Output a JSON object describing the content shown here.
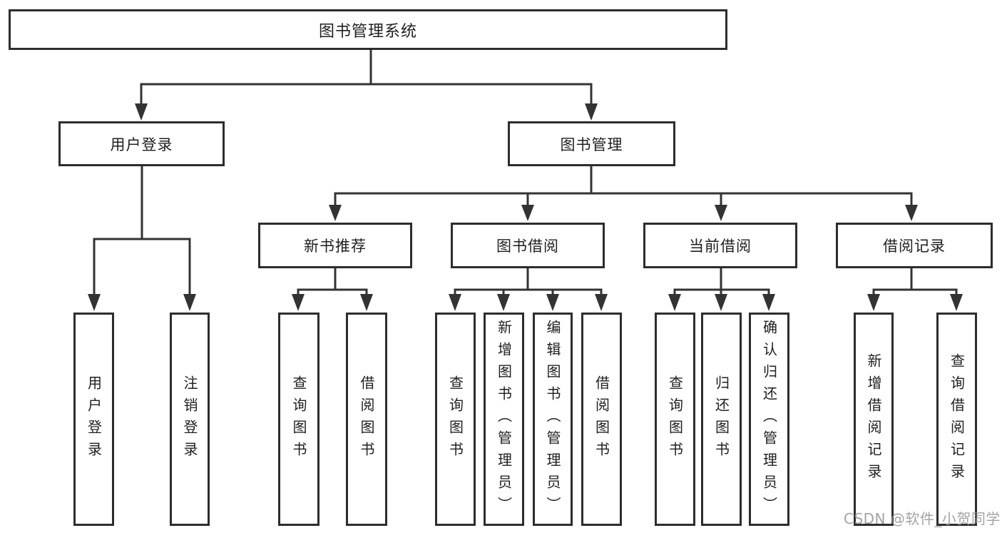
{
  "diagram": {
    "type": "hierarchy-tree",
    "watermark": "CSDN @软件_小贺同学",
    "colors": {
      "line": "#333333",
      "border": "#2d2d2d",
      "box_bg": "#ffffff",
      "text": "#1f1f1f",
      "watermark": "#9a9a9a"
    },
    "root": {
      "label": "图书管理系统"
    },
    "level2": [
      {
        "label": "用户登录"
      },
      {
        "label": "图书管理"
      }
    ],
    "level3": [
      {
        "label": "新书推荐",
        "parent": "图书管理"
      },
      {
        "label": "图书借阅",
        "parent": "图书管理"
      },
      {
        "label": "当前借阅",
        "parent": "图书管理"
      },
      {
        "label": "借阅记录",
        "parent": "图书管理"
      }
    ],
    "leaves": [
      {
        "label": "用户登录",
        "parent": "用户登录"
      },
      {
        "label": "注销登录",
        "parent": "用户登录"
      },
      {
        "label": "查询图书",
        "parent": "新书推荐"
      },
      {
        "label": "借阅图书",
        "parent": "新书推荐"
      },
      {
        "label": "查询图书",
        "parent": "图书借阅"
      },
      {
        "label": "新增图书（管理员）",
        "parent": "图书借阅"
      },
      {
        "label": "编辑图书（管理员）",
        "parent": "图书借阅"
      },
      {
        "label": "借阅图书",
        "parent": "图书借阅"
      },
      {
        "label": "查询图书",
        "parent": "当前借阅"
      },
      {
        "label": "归还图书",
        "parent": "当前借阅"
      },
      {
        "label": "确认归还（管理员）",
        "parent": "当前借阅"
      },
      {
        "label": "新增借阅记录",
        "parent": "借阅记录"
      },
      {
        "label": "查询借阅记录",
        "parent": "借阅记录"
      }
    ]
  }
}
